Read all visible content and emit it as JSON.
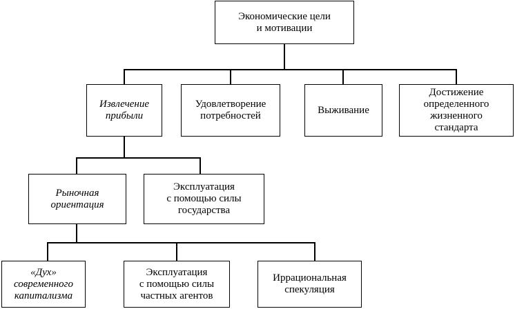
{
  "diagram": {
    "nodes": {
      "root": [
        "Экономические цели",
        "и мотивации"
      ],
      "profit": [
        "Извлечение",
        "прибыли"
      ],
      "needs": [
        "Удовлетворение",
        "потребностей"
      ],
      "survival": [
        "Выживание"
      ],
      "standard": [
        "Достижение",
        "определенного",
        "жизненного",
        "стандарта"
      ],
      "market": [
        "Рыночная",
        "ориентация"
      ],
      "state": [
        "Эксплуатация",
        "с помощью силы",
        "государства"
      ],
      "spirit": [
        "«Дух»",
        "современного",
        "капитализма"
      ],
      "private": [
        "Эксплуатация",
        "с помощью силы",
        "частных агентов"
      ],
      "irrational": [
        "Иррациональная",
        "спекуляция"
      ]
    },
    "colors": {
      "line": "#000000",
      "box_border": "#000000",
      "background": "#ffffff"
    }
  }
}
